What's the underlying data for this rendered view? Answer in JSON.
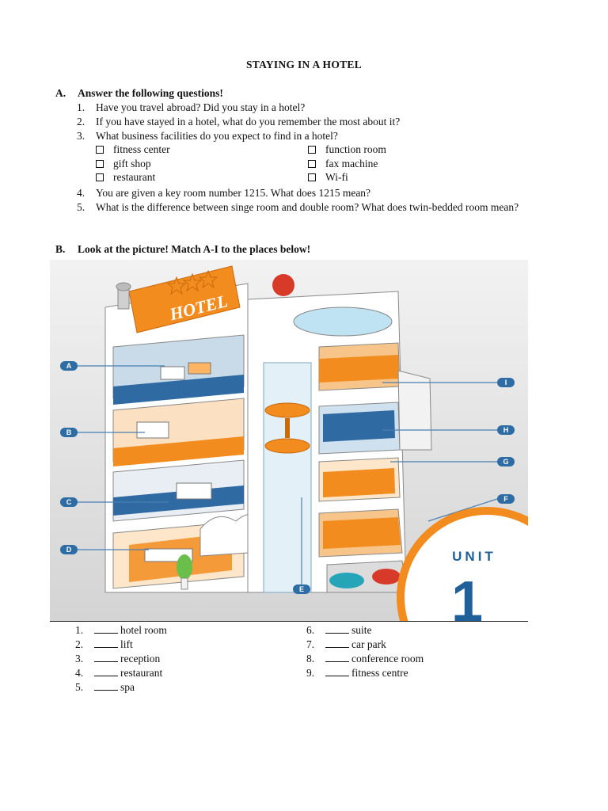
{
  "title": "STAYING IN A HOTEL",
  "section_a": {
    "letter": "A.",
    "heading": "Answer the following questions!",
    "questions": [
      {
        "num": "1.",
        "text": "Have you travel abroad? Did you stay in a hotel?"
      },
      {
        "num": "2.",
        "text": "If you have stayed in a hotel, what do you remember the most about it?"
      },
      {
        "num": "3.",
        "text": "What business facilities do you expect to find in a hotel?"
      },
      {
        "num": "4.",
        "text": "You are given a key room number 1215. What does 1215 mean?"
      },
      {
        "num": "5.",
        "text": "What is the difference between singe room and double room? What does twin-bedded room mean?"
      }
    ],
    "facilities": [
      "fitness center",
      "function room",
      "gift shop",
      "fax machine",
      "restaurant",
      "Wi-fi"
    ]
  },
  "section_b": {
    "letter": "B.",
    "heading": "Look at the picture! Match A-I to the places below!",
    "picture": {
      "sign_text": "HOTEL",
      "callouts": [
        "A",
        "B",
        "C",
        "D",
        "E",
        "F",
        "G",
        "H",
        "I"
      ],
      "unit_label": "UNIT",
      "unit_number": "1"
    },
    "match_items": [
      {
        "num": "1.",
        "text": "hotel room"
      },
      {
        "num": "2.",
        "text": "lift"
      },
      {
        "num": "3.",
        "text": "reception"
      },
      {
        "num": "4.",
        "text": "restaurant"
      },
      {
        "num": "5.",
        "text": "spa"
      },
      {
        "num": "6.",
        "text": "suite"
      },
      {
        "num": "7.",
        "text": "car park"
      },
      {
        "num": "8.",
        "text": "conference room"
      },
      {
        "num": "9.",
        "text": "fitness centre"
      }
    ]
  },
  "colors": {
    "orange": "#f28c1e",
    "blue": "#2f6aa3",
    "callout_blue": "#2e6da4",
    "unit_blue": "#1f5f9a",
    "background_grey": "#e2e2e2"
  }
}
